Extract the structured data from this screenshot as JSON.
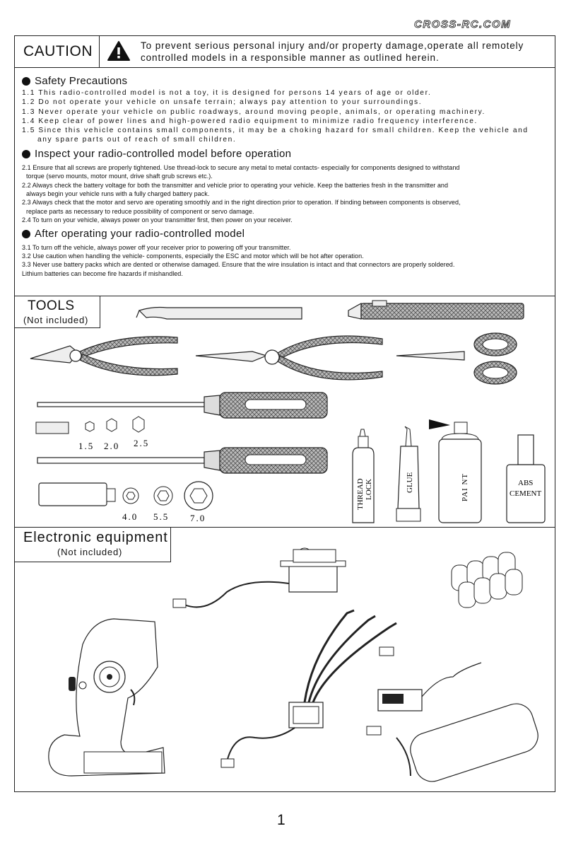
{
  "brand": {
    "logo_text": "CROSS-RC.COM"
  },
  "caution": {
    "label": "CAUTION",
    "line1": "To prevent serious personal injury and/or property damage,operate all remotely",
    "line2": "controlled models in a responsible manner as outlined herein."
  },
  "safety": {
    "heading": "Safety Precautions",
    "lines": [
      "1.1 This radio-controlled model is not a toy, it is designed for persons 14 years of age or older.",
      "1.2 Do not operate your vehicle on unsafe terrain; always pay attention to your surroundings.",
      "1.3 Never operate your vehicle on public roadways, around moving people, animals, or operating machinery.",
      "1.4 Keep clear of power lines and high-powered radio equipment to minimize radio frequency interference.",
      "1.5 Since this vehicle contains small components, it may be a choking hazard for small children. Keep the vehicle and",
      "any spare parts out of reach of small children."
    ]
  },
  "inspect": {
    "heading": "Inspect your radio-controlled model before operation",
    "lines": [
      "2.1 Ensure that all screws are properly tightened. Use thread-lock to secure any metal to metal contacts- especially for components designed to withstand",
      "torque (servo mounts, motor mount, drive shaft grub screws etc.).",
      "2.2 Always check the battery voltage for both the transmitter and vehicle prior to operating your vehicle. Keep the batteries fresh in the transmitter and",
      "always begin your vehicle runs with a fully charged battery pack.",
      "2.3 Always check that the motor and servo are operating smoothly and in the right direction prior to operation. If binding  between components is observed,",
      "replace parts as necessary to reduce possibility of component or servo damage.",
      "2.4 To turn on your vehicle, always power on your transmitter first, then power on your receiver."
    ]
  },
  "after": {
    "heading": "After operating your radio-controlled model",
    "lines": [
      "3.1 To turn off the vehicle, always power off your receiver prior to powering off your transmitter.",
      "3.2 Use caution when handling the vehicle- components, especially the ESC and motor which will be hot after operation.",
      "3.3 Never use battery packs which are dented or otherwise damaged. Ensure that the wire insulation is intact and that connectors are properly soldered.",
      "Lithium batteries can become fire hazards if mishandled."
    ]
  },
  "tools": {
    "title": "TOOLS",
    "subtitle": "(Not included)",
    "hex_small": [
      "1.5",
      "2.0",
      "2.5"
    ],
    "hex_large": [
      "4.0",
      "5.5",
      "7.0"
    ],
    "thread_lock_1": "THREAD",
    "thread_lock_2": "LOCK",
    "glue": "GLUE",
    "paint": "PAI NT",
    "abs_1": "ABS",
    "abs_2": "CEMENT"
  },
  "electronics": {
    "title": "Electronic equipment",
    "subtitle": "(Not included)"
  },
  "page_number": "1"
}
